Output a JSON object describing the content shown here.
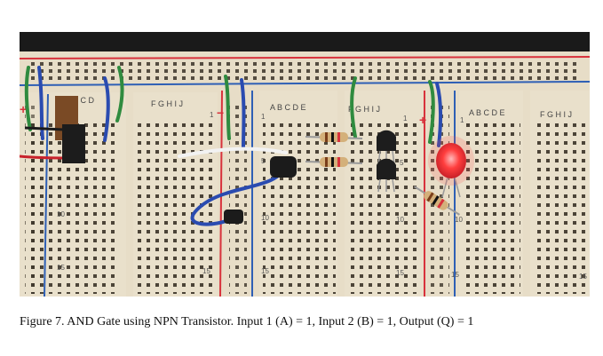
{
  "figure": {
    "caption": "Figure 7. AND Gate using NPN Transistor. Input 1 (A) = 1, Input 2 (B) = 1, Output (Q) = 1"
  },
  "photo": {
    "description_labels": {
      "left_cols": "A B C D",
      "cols_fghij": "F G H I J",
      "cols_abcde": "A B C D E",
      "row_1": "1",
      "row_5": "5",
      "row_10": "10",
      "row_15": "15",
      "plus": "+",
      "minus": "−"
    },
    "colors": {
      "board": "#e7ddc7",
      "rail_red": "#d8323c",
      "rail_blue": "#2e5fb5",
      "led_red": "#ff3b3b",
      "wire_green": "#2f8b3f",
      "wire_blue": "#2a4bb0",
      "wire_white": "#f2f2f2"
    }
  }
}
